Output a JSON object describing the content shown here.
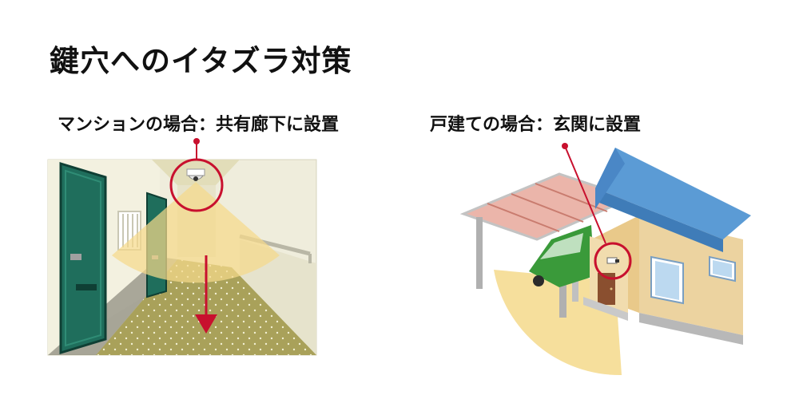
{
  "title": "鍵穴へのイタズラ対策",
  "left_panel": {
    "caption": "マンションの場合：共有廊下に設置"
  },
  "right_panel": {
    "caption": "戸建ての場合：玄関に設置"
  },
  "colors": {
    "marker_red": "#c8102e",
    "coverage_yellow": "#f5d98b",
    "door_green": "#1f6e5c",
    "roof_blue": "#5b9bd5",
    "wall_tan": "#e9c98a",
    "car_green": "#3a9a3a"
  }
}
